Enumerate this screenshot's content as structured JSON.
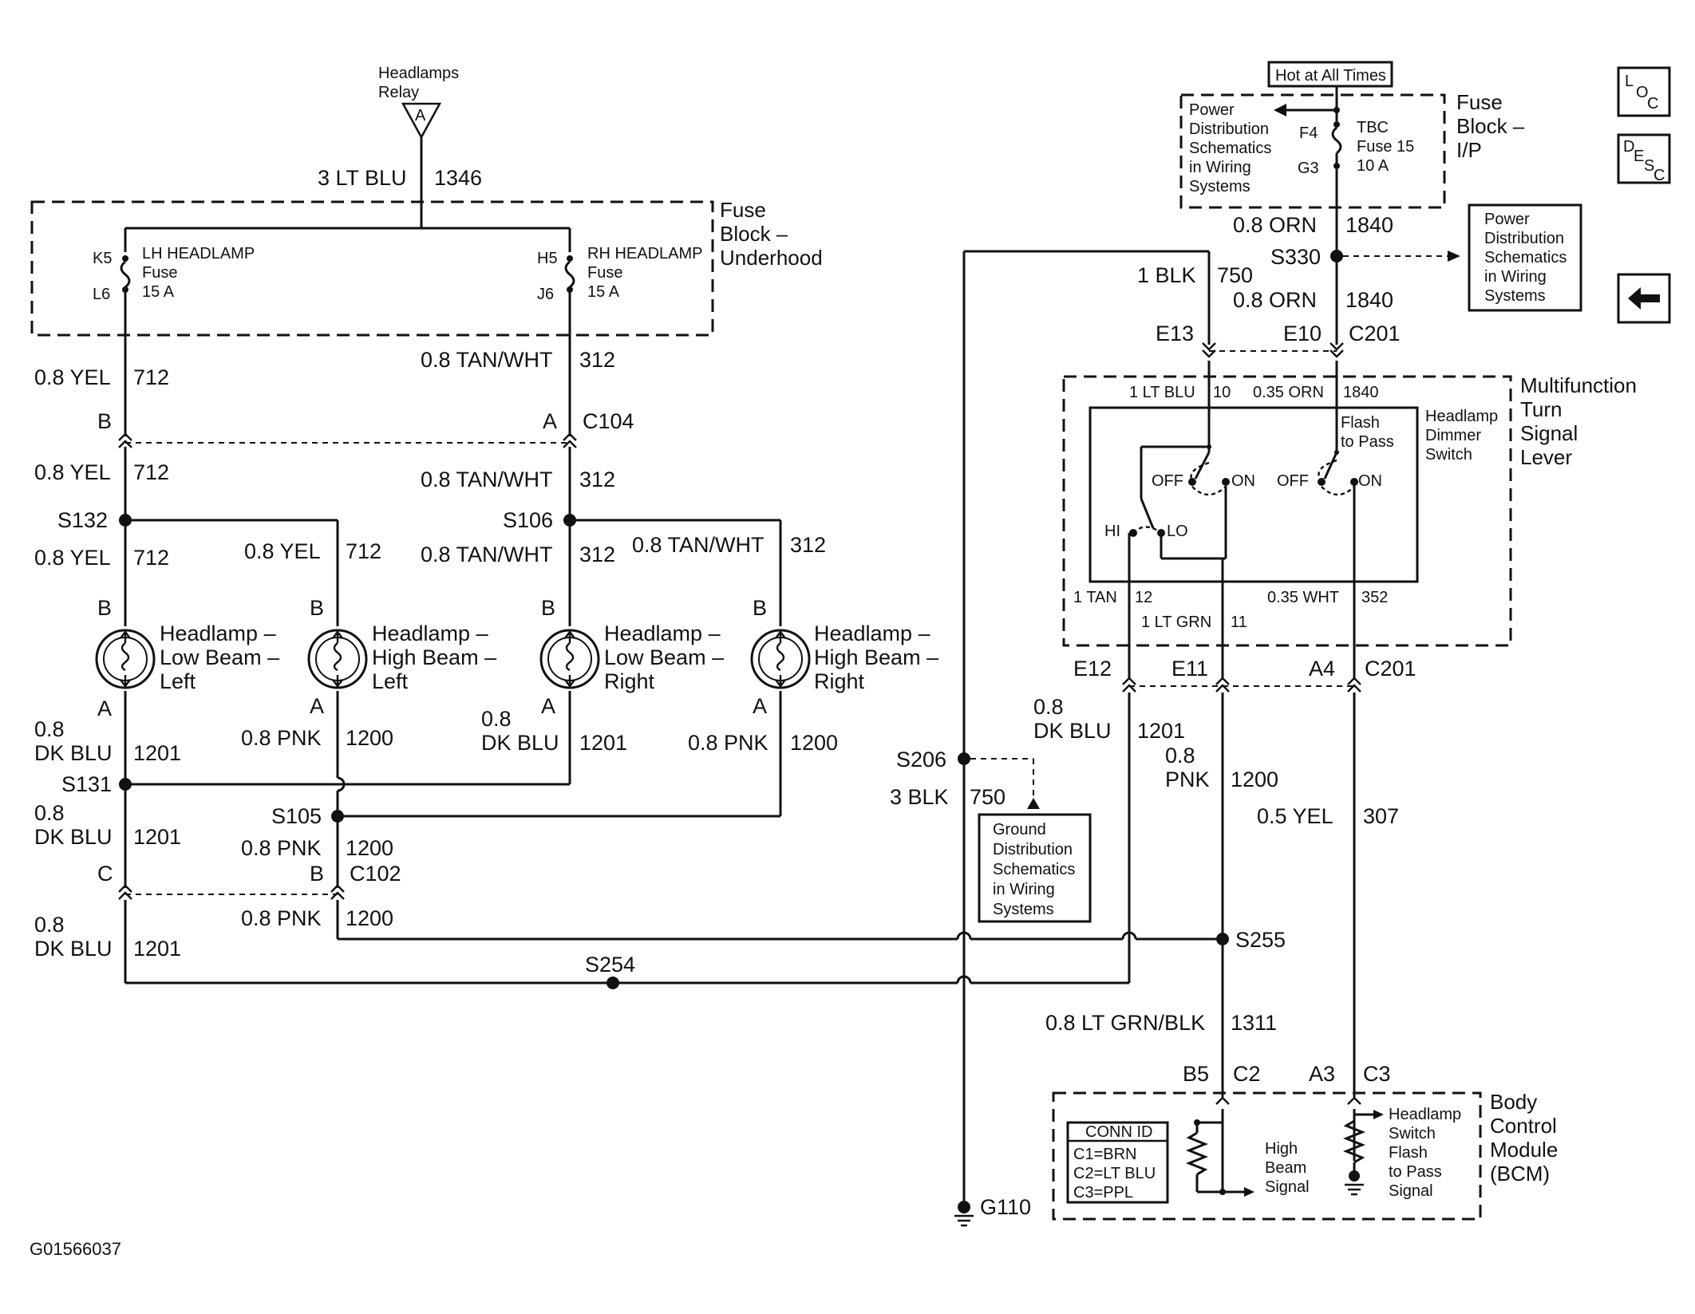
{
  "diagram": {
    "figure_id": "G01566037",
    "nav": {
      "loc_icon": "LOC",
      "desc_icon": "DESC",
      "back_icon": "back-arrow"
    },
    "relay": {
      "line1": "Headlamps",
      "line2": "Relay",
      "pin": "A"
    },
    "hot": "Hot at All Times",
    "fuse_underhood": {
      "title1": "Fuse",
      "title2": "Block –",
      "title3": "Underhood",
      "lh": {
        "pin_top": "K5",
        "pin_bot": "L6",
        "name1": "LH HEADLAMP",
        "name2": "Fuse",
        "name3": "15 A"
      },
      "rh": {
        "pin_top": "H5",
        "pin_bot": "J6",
        "name1": "RH HEADLAMP",
        "name2": "Fuse",
        "name3": "15 A"
      }
    },
    "fuse_ip": {
      "title1": "Fuse",
      "title2": "Block –",
      "title3": "I/P",
      "pin_top": "F4",
      "pin_bot": "G3",
      "name1": "TBC",
      "name2": "Fuse 15",
      "name3": "10 A",
      "ref1": "Power",
      "ref2": "Distribution",
      "ref3": "Schematics",
      "ref4": "in Wiring",
      "ref5": "Systems"
    },
    "power_ref2": {
      "l1": "Power",
      "l2": "Distribution",
      "l3": "Schematics",
      "l4": "in Wiring",
      "l5": "Systems"
    },
    "ground_ref": {
      "l1": "Ground",
      "l2": "Distribution",
      "l3": "Schematics",
      "l4": "in Wiring",
      "l5": "Systems"
    },
    "wires": {
      "w1346": {
        "color": "3 LT BLU",
        "circuit": "1346"
      },
      "w712a": {
        "color": "0.8 YEL",
        "circuit": "712"
      },
      "w712b": {
        "color": "0.8 YEL",
        "circuit": "712"
      },
      "w712c": {
        "color": "0.8 YEL",
        "circuit": "712"
      },
      "w712d": {
        "color": "0.8 YEL",
        "circuit": "712"
      },
      "w312a": {
        "color": "0.8 TAN/WHT",
        "circuit": "312"
      },
      "w312b": {
        "color": "0.8 TAN/WHT",
        "circuit": "312"
      },
      "w312c": {
        "color": "0.8 TAN/WHT",
        "circuit": "312"
      },
      "w312d": {
        "color": "0.8 TAN/WHT",
        "circuit": "312"
      },
      "w1201a": {
        "l1": "0.8",
        "l2": "DK BLU",
        "circuit": "1201"
      },
      "w1201b": {
        "l1": "0.8",
        "l2": "DK BLU",
        "circuit": "1201"
      },
      "w1201c": {
        "l1": "0.8",
        "l2": "DK BLU",
        "circuit": "1201"
      },
      "w1201d": {
        "l1": "0.8",
        "l2": "DK BLU",
        "circuit": "1201"
      },
      "w1201e": {
        "l1": "0.8",
        "l2": "DK BLU",
        "circuit": "1201"
      },
      "w1200a": {
        "color": "0.8 PNK",
        "circuit": "1200"
      },
      "w1200b": {
        "color": "0.8 PNK",
        "circuit": "1200"
      },
      "w1200c": {
        "color": "0.8 PNK",
        "circuit": "1200"
      },
      "w1200d": {
        "color": "0.8 PNK",
        "circuit": "1200"
      },
      "w1200e": {
        "l1": "0.8",
        "l2": "PNK",
        "circuit": "1200"
      },
      "w1840a": {
        "color": "0.8 ORN",
        "circuit": "1840"
      },
      "w1840b": {
        "color": "0.8 ORN",
        "circuit": "1840"
      },
      "w750a": {
        "color": "1 BLK",
        "circuit": "750"
      },
      "w750b": {
        "color": "3 BLK",
        "circuit": "750"
      },
      "w307": {
        "color": "0.5 YEL",
        "circuit": "307"
      },
      "w1311": {
        "color": "0.8 LT GRN/BLK",
        "circuit": "1311"
      }
    },
    "connectors": {
      "c104": {
        "pin_l": "B",
        "pin_r": "A",
        "id": "C104"
      },
      "c102": {
        "pin_l": "C",
        "pin_r": "B",
        "id": "C102"
      },
      "c201_top": {
        "pin_a": "E13",
        "pin_b": "E10",
        "id": "C201"
      },
      "c201_bot": {
        "pin_a": "E12",
        "pin_b": "E11",
        "pin_c": "A4",
        "id": "C201"
      },
      "bcm_c2": {
        "pin": "B5",
        "id": "C2"
      },
      "bcm_c3": {
        "pin": "A3",
        "id": "C3"
      }
    },
    "splices": {
      "s132": "S132",
      "s106": "S106",
      "s131": "S131",
      "s105": "S105",
      "s254": "S254",
      "s255": "S255",
      "s206": "S206",
      "s330": "S330"
    },
    "ground": "G110",
    "lamps": [
      {
        "l1": "Headlamp –",
        "l2": "Low Beam –",
        "l3": "Left",
        "pin_top": "B",
        "pin_bot": "A"
      },
      {
        "l1": "Headlamp –",
        "l2": "High Beam –",
        "l3": "Left",
        "pin_top": "B",
        "pin_bot": "A"
      },
      {
        "l1": "Headlamp –",
        "l2": "Low Beam –",
        "l3": "Right",
        "pin_top": "B",
        "pin_bot": "A"
      },
      {
        "l1": "Headlamp –",
        "l2": "High Beam –",
        "l3": "Right",
        "pin_top": "B",
        "pin_bot": "A"
      }
    ],
    "mfs": {
      "title1": "Multifunction",
      "title2": "Turn",
      "title3": "Signal",
      "title4": "Lever",
      "sw1": "Headlamp",
      "sw2": "Dimmer",
      "sw3": "Switch",
      "flash1": "Flash",
      "flash2": "to Pass",
      "off1": "OFF",
      "on1": "ON",
      "off2": "OFF",
      "on2": "ON",
      "hi": "HI",
      "lo": "LO",
      "t1_color": "1 LT BLU",
      "t1_pin": "10",
      "t2_color": "0.35 ORN",
      "t2_pin": "1840",
      "b1_color": "1 TAN",
      "b1_pin": "12",
      "b2_color": "1 LT GRN",
      "b2_pin": "11",
      "b3_color": "0.35 WHT",
      "b3_pin": "352"
    },
    "bcm": {
      "title1": "Body",
      "title2": "Control",
      "title3": "Module",
      "title4": "(BCM)",
      "conn_title": "CONN ID",
      "c1": "C1=BRN",
      "c2": "C2=LT BLU",
      "c3": "C3=PPL",
      "hb1": "High",
      "hb2": "Beam",
      "hb3": "Signal",
      "fp1": "Headlamp",
      "fp2": "Switch",
      "fp3": "Flash",
      "fp4": "to Pass",
      "fp5": "Signal"
    }
  }
}
